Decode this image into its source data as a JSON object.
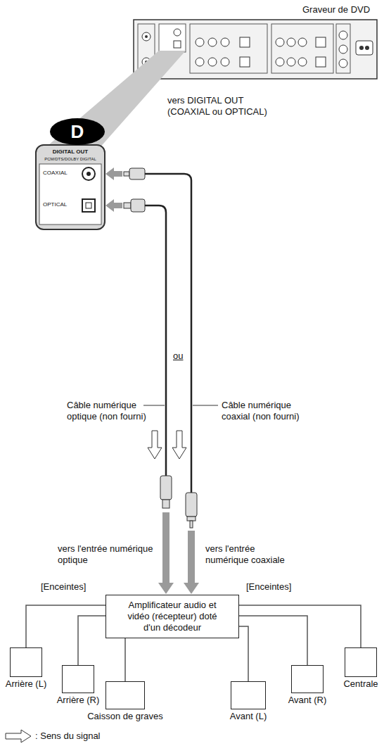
{
  "diagram": {
    "nodes": [
      {
        "text": [
          "DIGITAL OUT",
          "PCM/DTS/DOLBY DIGITAL",
          "COAXIAL",
          "OPTICAL"
        ]
      },
      {
        "text": [
          "D"
        ]
      },
      {
        "text": [
          "Amplificateur audio et vidéo (récepteur) doté d'un décodeur"
        ]
      },
      {
        "text": [
          "Arrière (L)"
        ]
      },
      {
        "text": [
          "Arrière (R)"
        ]
      },
      {
        "text": [
          "Caisson de graves"
        ]
      },
      {
        "text": [
          "Avant (L)"
        ]
      },
      {
        "text": [
          "Avant (R)"
        ]
      },
      {
        "text": [
          "Centrale"
        ]
      }
    ],
    "edges": [
      {
        "from": 2,
        "to": 3,
        "arrow": "none"
      },
      {
        "from": 2,
        "to": 4,
        "arrow": "none"
      },
      {
        "from": 2,
        "to": 5,
        "arrow": "none"
      },
      {
        "from": 2,
        "to": 6,
        "arrow": "none"
      },
      {
        "from": 2,
        "to": 7,
        "arrow": "none"
      },
      {
        "from": 2,
        "to": 8,
        "arrow": "none"
      }
    ],
    "labels": [
      "Graveur de DVD",
      "vers DIGITAL OUT (COAXIAL ou OPTICAL)",
      "ou",
      "Câble numérique optique (non fourni)",
      "Câble numérique coaxial (non fourni)",
      "vers l'entrée numérique optique",
      "vers l'entrée numérique coaxiale",
      "[Enceintes]",
      "[Enceintes]"
    ],
    "legend": [
      {
        "text": ": Sens du signal"
      }
    ]
  }
}
